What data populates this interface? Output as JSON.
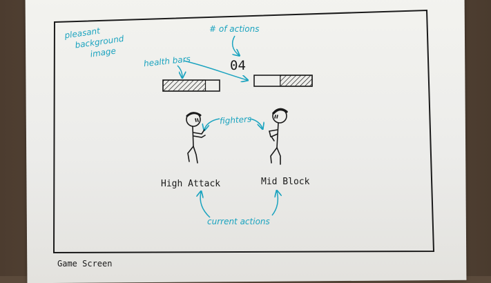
{
  "annotations": {
    "background_note_lines": [
      "pleasant",
      "background",
      "image"
    ],
    "actions_label": "# of actions",
    "health_label": "health bars",
    "fighters_label": "fighters",
    "current_actions_label": "current actions"
  },
  "hud": {
    "action_count": "04",
    "left_health": 0.75,
    "right_health": 0.55
  },
  "fighters": {
    "left_action": "High Attack",
    "right_action": "Mid Block"
  },
  "caption": "Game Screen",
  "colors": {
    "ink": "#1a1a1a",
    "annotation": "#1aa3bf",
    "paper": "#efefeb"
  }
}
